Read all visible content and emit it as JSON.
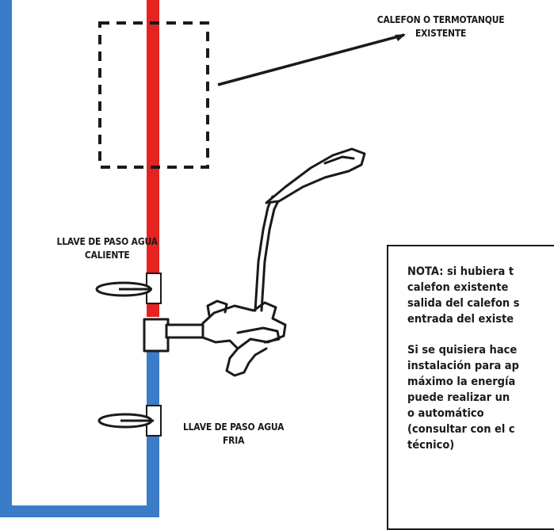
{
  "labels": {
    "heater": [
      "CALEFON O TERMOTANQUE",
      "EXISTENTE"
    ],
    "hot_valve": [
      "LLAVE DE PASO AGUA",
      "CALIENTE"
    ],
    "cold_valve": [
      "LLAVE DE PASO AGUA",
      "FRIA"
    ]
  },
  "note": {
    "paragraph_1": [
      "NOTA: si hubiera t",
      "calefon existente",
      "salida del calefon s",
      "entrada del existe"
    ],
    "paragraph_2": [
      "Si se quisiera hace",
      "instalación para ap",
      "máximo la energía",
      "puede realizar un",
      "o automático",
      "(consultar con el c",
      "técnico)"
    ]
  },
  "colors": {
    "hot_pipe": "#e52320",
    "cold_pipe": "#3b7cc9",
    "outline": "#1a1a1a",
    "background": "#ffffff"
  },
  "icons": [
    "water-heater-outline",
    "hot-water-valve-icon",
    "cold-water-valve-icon",
    "shower-faucet-icon"
  ]
}
